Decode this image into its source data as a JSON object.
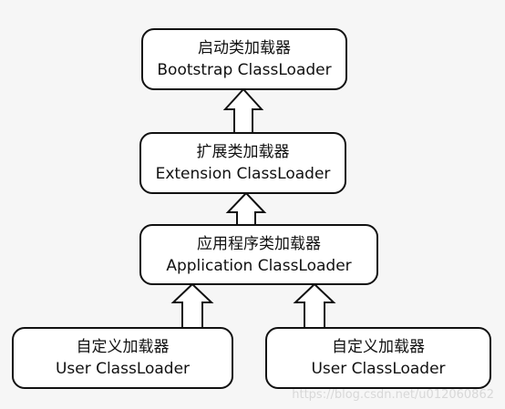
{
  "boxes": {
    "bootstrap": {
      "title_zh": "启动类加载器",
      "title_en": "Bootstrap ClassLoader"
    },
    "extension": {
      "title_zh": "扩展类加载器",
      "title_en": "Extension ClassLoader"
    },
    "application": {
      "title_zh": "应用程序类加载器",
      "title_en": "Application ClassLoader"
    },
    "user_left": {
      "title_zh": "自定义加载器",
      "title_en": "User ClassLoader"
    },
    "user_right": {
      "title_zh": "自定义加载器",
      "title_en": "User ClassLoader"
    }
  },
  "watermark": "https://blog.csdn.net/u012060862"
}
